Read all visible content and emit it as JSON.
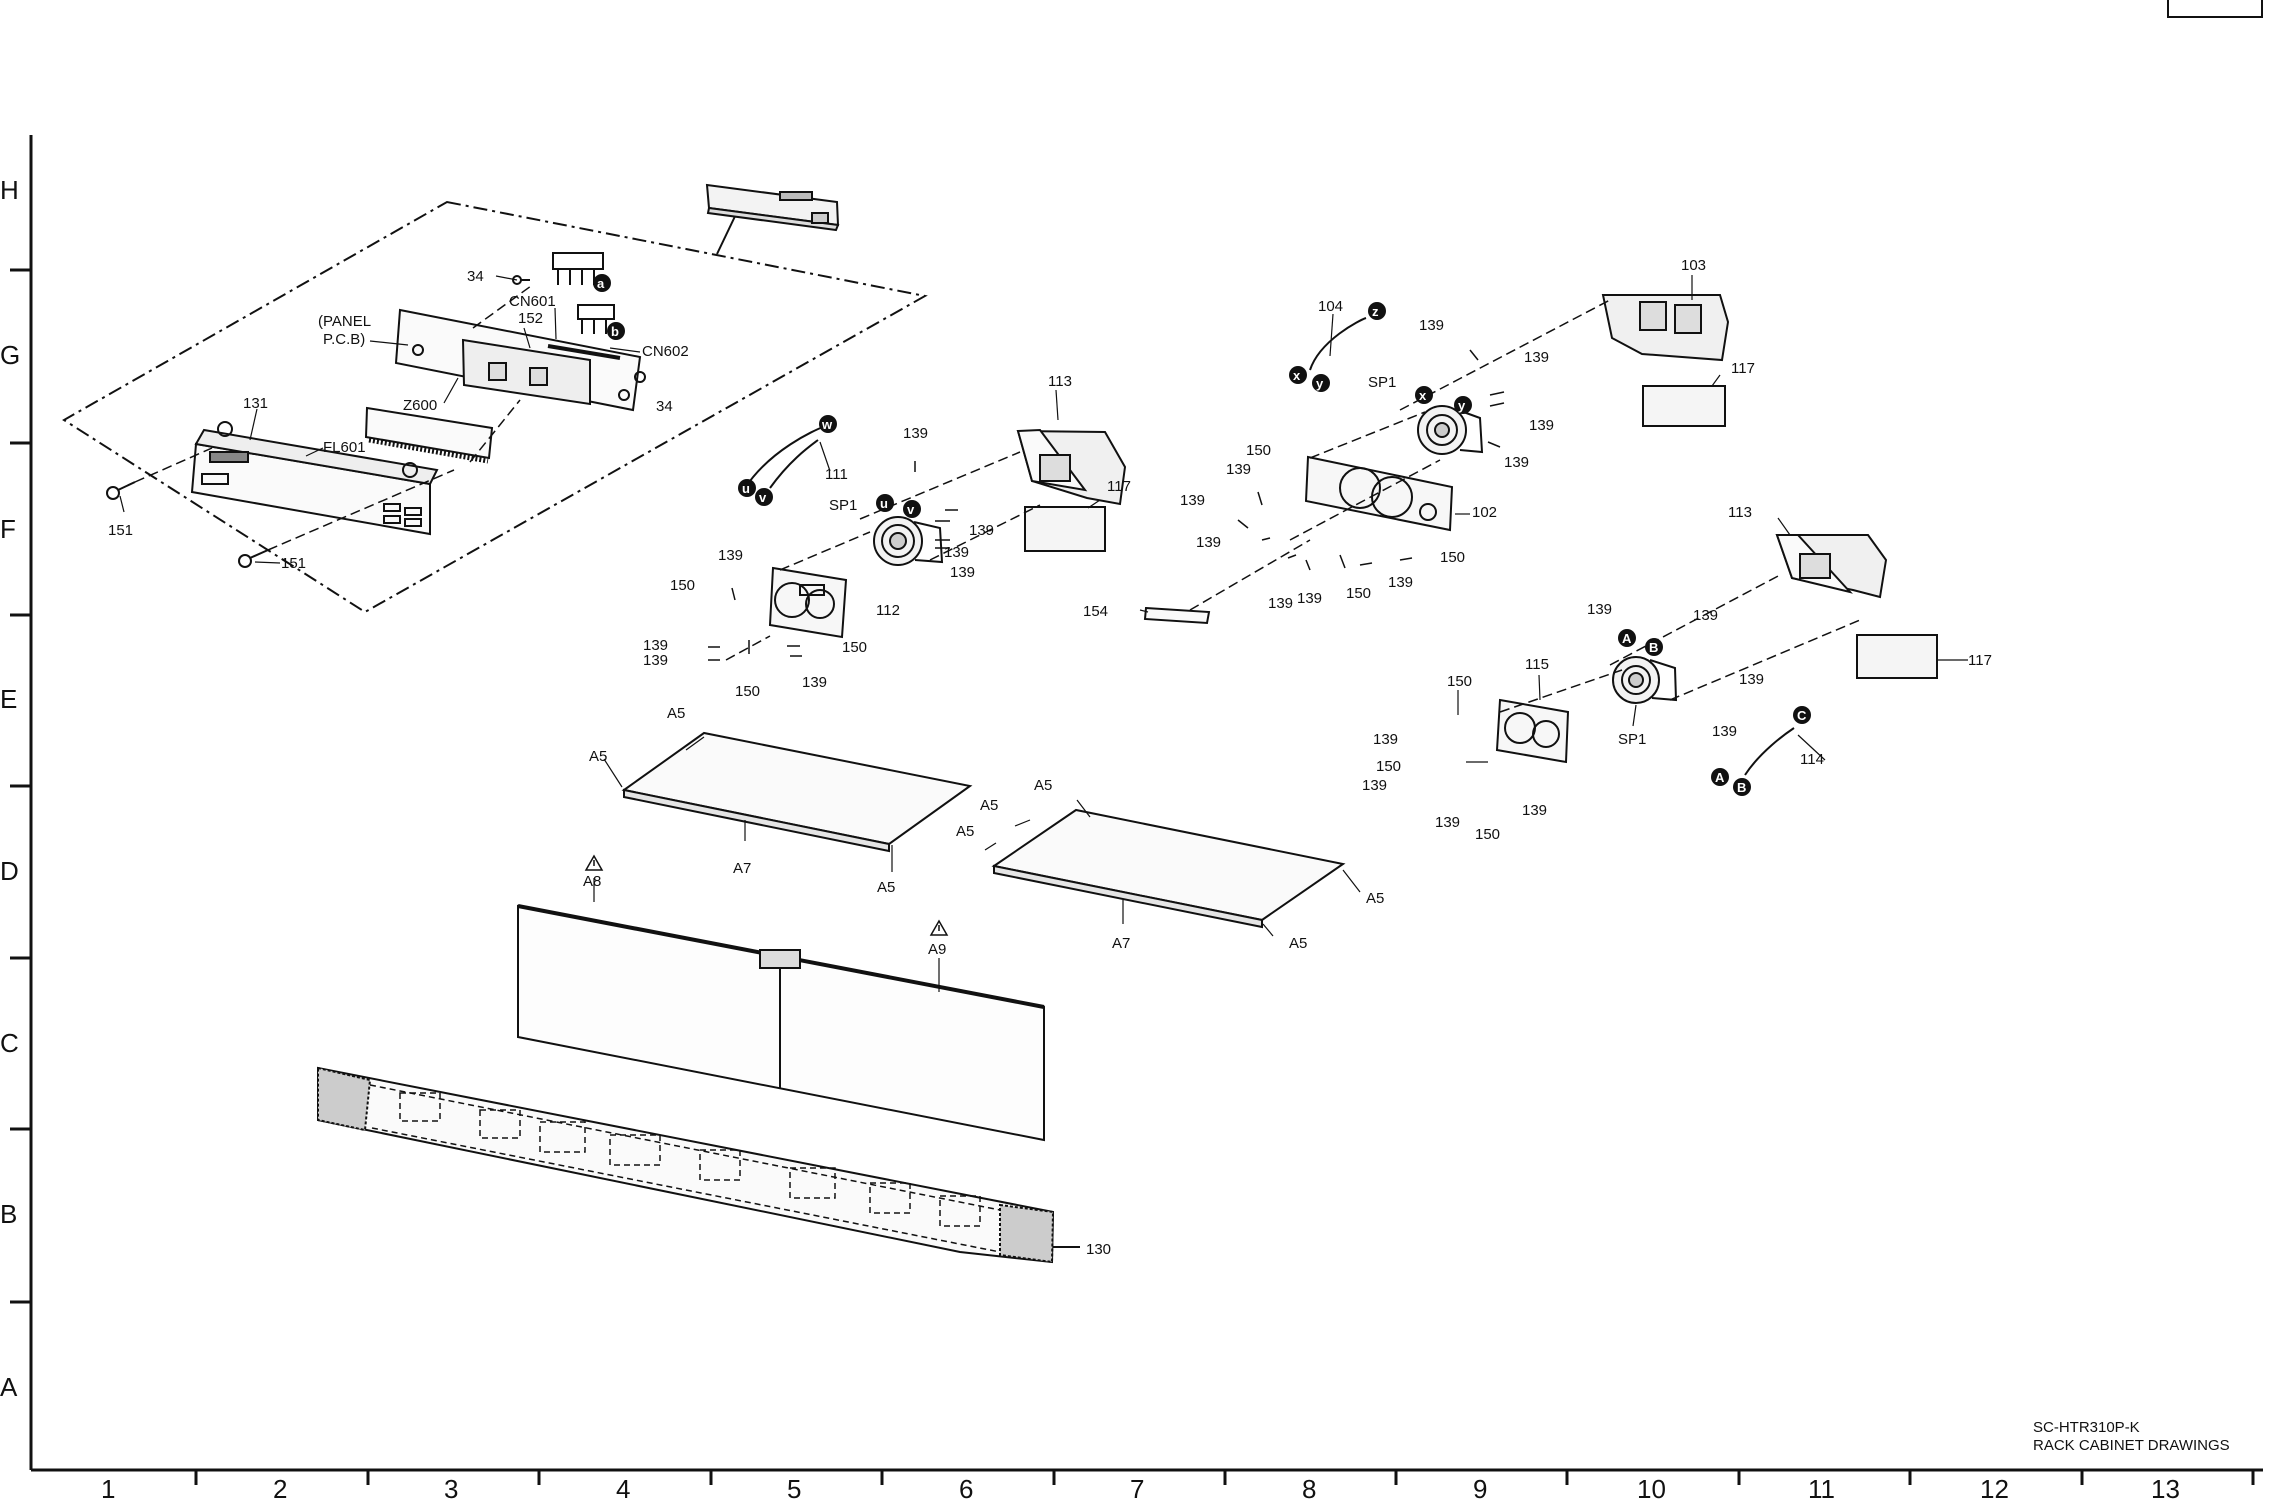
{
  "title_block": {
    "model": "SC-HTR310P-K",
    "drawing_title": "RACK CABINET DRAWINGS"
  },
  "grid": {
    "rows": [
      "H",
      "G",
      "F",
      "E",
      "D",
      "C",
      "B",
      "A"
    ],
    "columns": [
      "1",
      "2",
      "3",
      "4",
      "5",
      "6",
      "7",
      "8",
      "9",
      "10",
      "11",
      "12",
      "13"
    ]
  },
  "labels": {
    "l34a": "34",
    "l34b": "34",
    "cn601": "CN601",
    "l152": "152",
    "panel1": "(PANEL",
    "panel2": "P.C.B)",
    "cn602": "CN602",
    "z600": "Z600",
    "l131": "131",
    "fl601": "FL601",
    "l151a": "151",
    "l151b": "151",
    "l111": "111",
    "l139a": "139",
    "l113a": "113",
    "l117a": "117",
    "sp1a": "SP1",
    "l139b": "139",
    "l139c": "139",
    "l139d": "139",
    "l139e": "139",
    "l150a": "150",
    "l112": "112",
    "l139f": "139",
    "l139g": "139",
    "l150b": "150",
    "l150c": "150",
    "l139h": "139",
    "l104": "104",
    "l139i": "139",
    "l103": "103",
    "l139j": "139",
    "l117b": "117",
    "sp1b": "SP1",
    "l139k": "139",
    "l150d": "150",
    "l139l": "139",
    "l139m": "139",
    "l139n": "139",
    "l102": "102",
    "l139o": "139",
    "l139p": "139",
    "l150e": "150",
    "l139q": "139",
    "l150f": "150",
    "l154": "154",
    "l113b": "113",
    "l139r": "139",
    "l139s": "139",
    "l117c": "117",
    "l139t": "139",
    "l150g": "150",
    "l115": "115",
    "l139u": "139",
    "l150h": "150",
    "l139v": "139",
    "l139w": "139",
    "l150i": "150",
    "l139x": "139",
    "sp1c": "SP1",
    "l114": "114",
    "a5a": "A5",
    "a5b": "A5",
    "a5c": "A5",
    "a5d": "A5",
    "a7a": "A7",
    "a5e": "A5",
    "a5f": "A5",
    "a5g": "A5",
    "a5h": "A5",
    "a7b": "A7",
    "a8": "A8",
    "a9": "A9",
    "l130": "130"
  },
  "connector_badges": [
    "a",
    "b",
    "w",
    "u",
    "v",
    "u",
    "v",
    "z",
    "x",
    "y",
    "x",
    "y",
    "A",
    "B",
    "C",
    "A",
    "B"
  ]
}
